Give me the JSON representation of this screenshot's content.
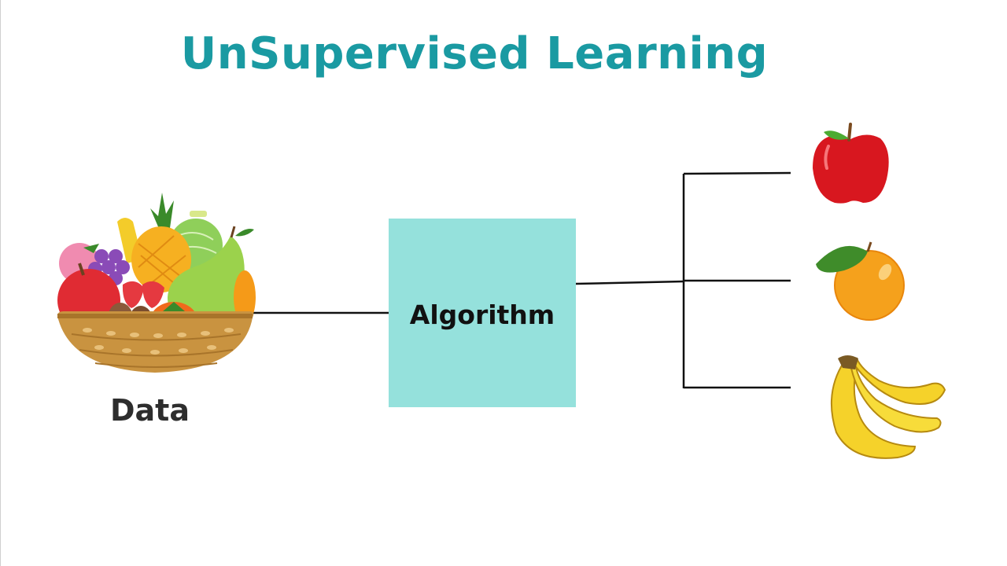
{
  "diagram": {
    "title": "UnSupervised Learning",
    "nodes": {
      "algorithm": "Algorithm",
      "data": "Data"
    },
    "input_image": "fruit-basket-icon",
    "output_images": [
      "apple-icon",
      "orange-icon",
      "banana-icon"
    ],
    "colors": {
      "title": "#1a9aa2",
      "algorithm_box": "#95e1dc",
      "connector": "#111111"
    }
  }
}
